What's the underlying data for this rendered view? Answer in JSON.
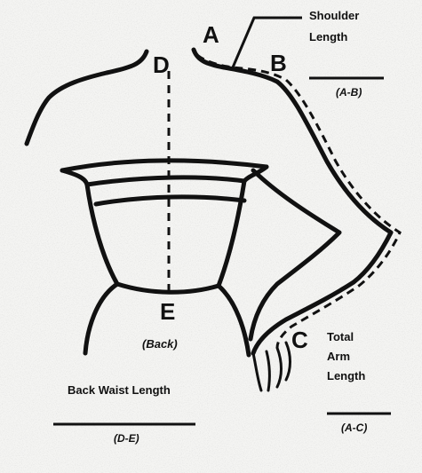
{
  "points": {
    "a": "A",
    "b": "B",
    "c": "C",
    "d": "D",
    "e": "E"
  },
  "measurements": {
    "shoulder_length": {
      "line1": "Shoulder",
      "line2": "Length",
      "formula": "(A-B)"
    },
    "total_arm_length": {
      "line1": "Total",
      "line2": "Arm",
      "line3": "Length",
      "formula": "(A-C)"
    },
    "back_waist_length": {
      "label": "Back Waist Length",
      "formula": "(D-E)"
    }
  },
  "view_label": "(Back)",
  "colors": {
    "ink": "#111111",
    "paper": "#f4f4f2"
  }
}
